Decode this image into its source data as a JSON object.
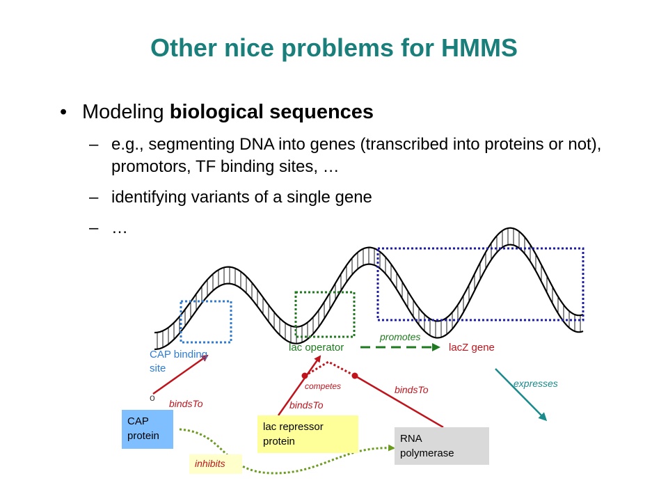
{
  "title": "Other nice problems for HMMS",
  "bullets": [
    {
      "prefix": "Modeling ",
      "bold": "biological sequences",
      "subitems": [
        "e.g., segmenting DNA into genes (transcribed into proteins or not), promotors, TF binding sites, …",
        "identifying variants of a single gene",
        "…"
      ]
    }
  ],
  "diagram": {
    "labels": {
      "cap_binding_site_line1": "CAP binding",
      "cap_binding_site_line2": "site",
      "lac_operator": "lac operator",
      "lacz_gene": "lacZ gene",
      "promotes": "promotes",
      "competes": "competes",
      "binds_to_cap": "bindsTo",
      "binds_to_repressor": "bindsTo",
      "binds_to_polymerase": "bindsTo",
      "expresses": "expresses",
      "inhibits": "inhibits",
      "small_o": "o"
    },
    "boxes": {
      "cap_protein_line1": "CAP",
      "cap_protein_line2": "protein",
      "lac_repressor_line1": "lac repressor",
      "lac_repressor_line2": "protein",
      "rna_polymerase_line1": "RNA",
      "rna_polymerase_line2": "polymerase"
    },
    "colors": {
      "title": "#1a7f7a",
      "blue": "#2f7bd3",
      "green": "#1e7a1e",
      "navy": "#1c1ca8",
      "red": "#c0141c",
      "teal": "#1a8a8a",
      "olive_dotted": "#6a9a1e",
      "cap_box": "#7fbfff",
      "repressor_box": "#ffff99",
      "polymerase_box": "#d9d9d9",
      "inhibits_box": "#ffffcc"
    }
  }
}
